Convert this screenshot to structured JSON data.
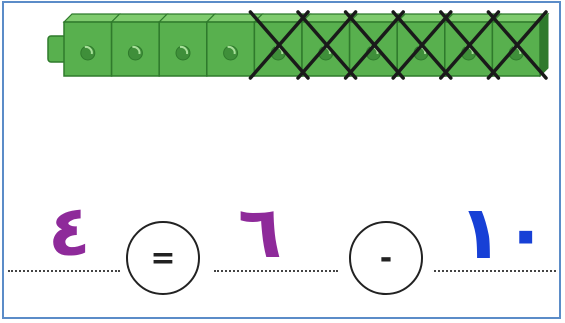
{
  "cube_train": {
    "total_cubes": 10,
    "crossed_out_cubes": 6,
    "remaining_cubes": 4,
    "cube_color": "#58b04e",
    "cube_dark_color": "#2f7a2c",
    "cross_color": "#1a1a1a"
  },
  "equation": {
    "minuend": "١٠",
    "minuend_color": "#1740d6",
    "minus_operator": "-",
    "subtrahend": "٦",
    "subtrahend_color": "#8e2a9a",
    "equals_operator": "=",
    "difference": "٤",
    "difference_color": "#8e2a9a"
  },
  "frame": {
    "border_color": "#5b8cc8"
  }
}
